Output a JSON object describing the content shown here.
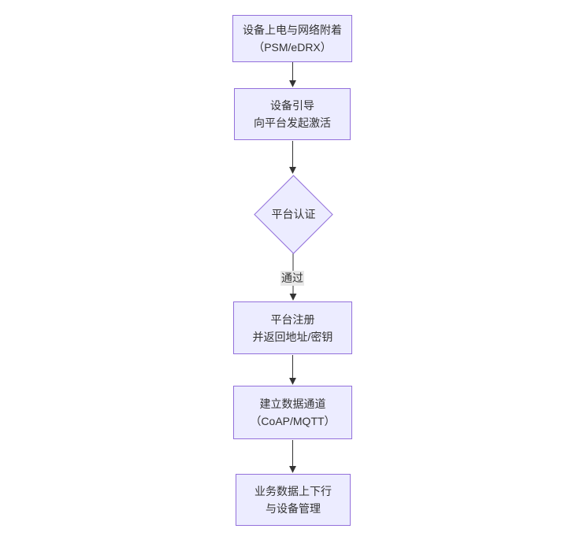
{
  "diagram": {
    "type": "flowchart",
    "direction": "top-down",
    "nodes": [
      {
        "id": "power-attach",
        "shape": "rect",
        "lines": [
          "设备上电与网络附着",
          "（PSM/eDRX）"
        ]
      },
      {
        "id": "bootstrap",
        "shape": "rect",
        "lines": [
          "设备引导",
          "向平台发起激活"
        ]
      },
      {
        "id": "platform-auth",
        "shape": "diamond",
        "lines": [
          "平台认证"
        ]
      },
      {
        "id": "platform-register",
        "shape": "rect",
        "lines": [
          "平台注册",
          "并返回地址/密钥"
        ]
      },
      {
        "id": "data-channel",
        "shape": "rect",
        "lines": [
          "建立数据通道",
          "（CoAP/MQTT）"
        ]
      },
      {
        "id": "business-data",
        "shape": "rect",
        "lines": [
          "业务数据上下行",
          "与设备管理"
        ]
      }
    ],
    "edges": [
      {
        "from": "power-attach",
        "to": "bootstrap"
      },
      {
        "from": "bootstrap",
        "to": "platform-auth"
      },
      {
        "from": "platform-auth",
        "to": "platform-register",
        "label": "通过"
      },
      {
        "from": "platform-register",
        "to": "data-channel"
      },
      {
        "from": "data-channel",
        "to": "business-data"
      }
    ],
    "colors": {
      "node_fill": "#ECECFF",
      "node_border": "#9370DB",
      "edge_stroke": "#333333",
      "text": "#333333",
      "edge_label_bg": "#E8E8E8",
      "background": "#FFFFFF"
    }
  }
}
